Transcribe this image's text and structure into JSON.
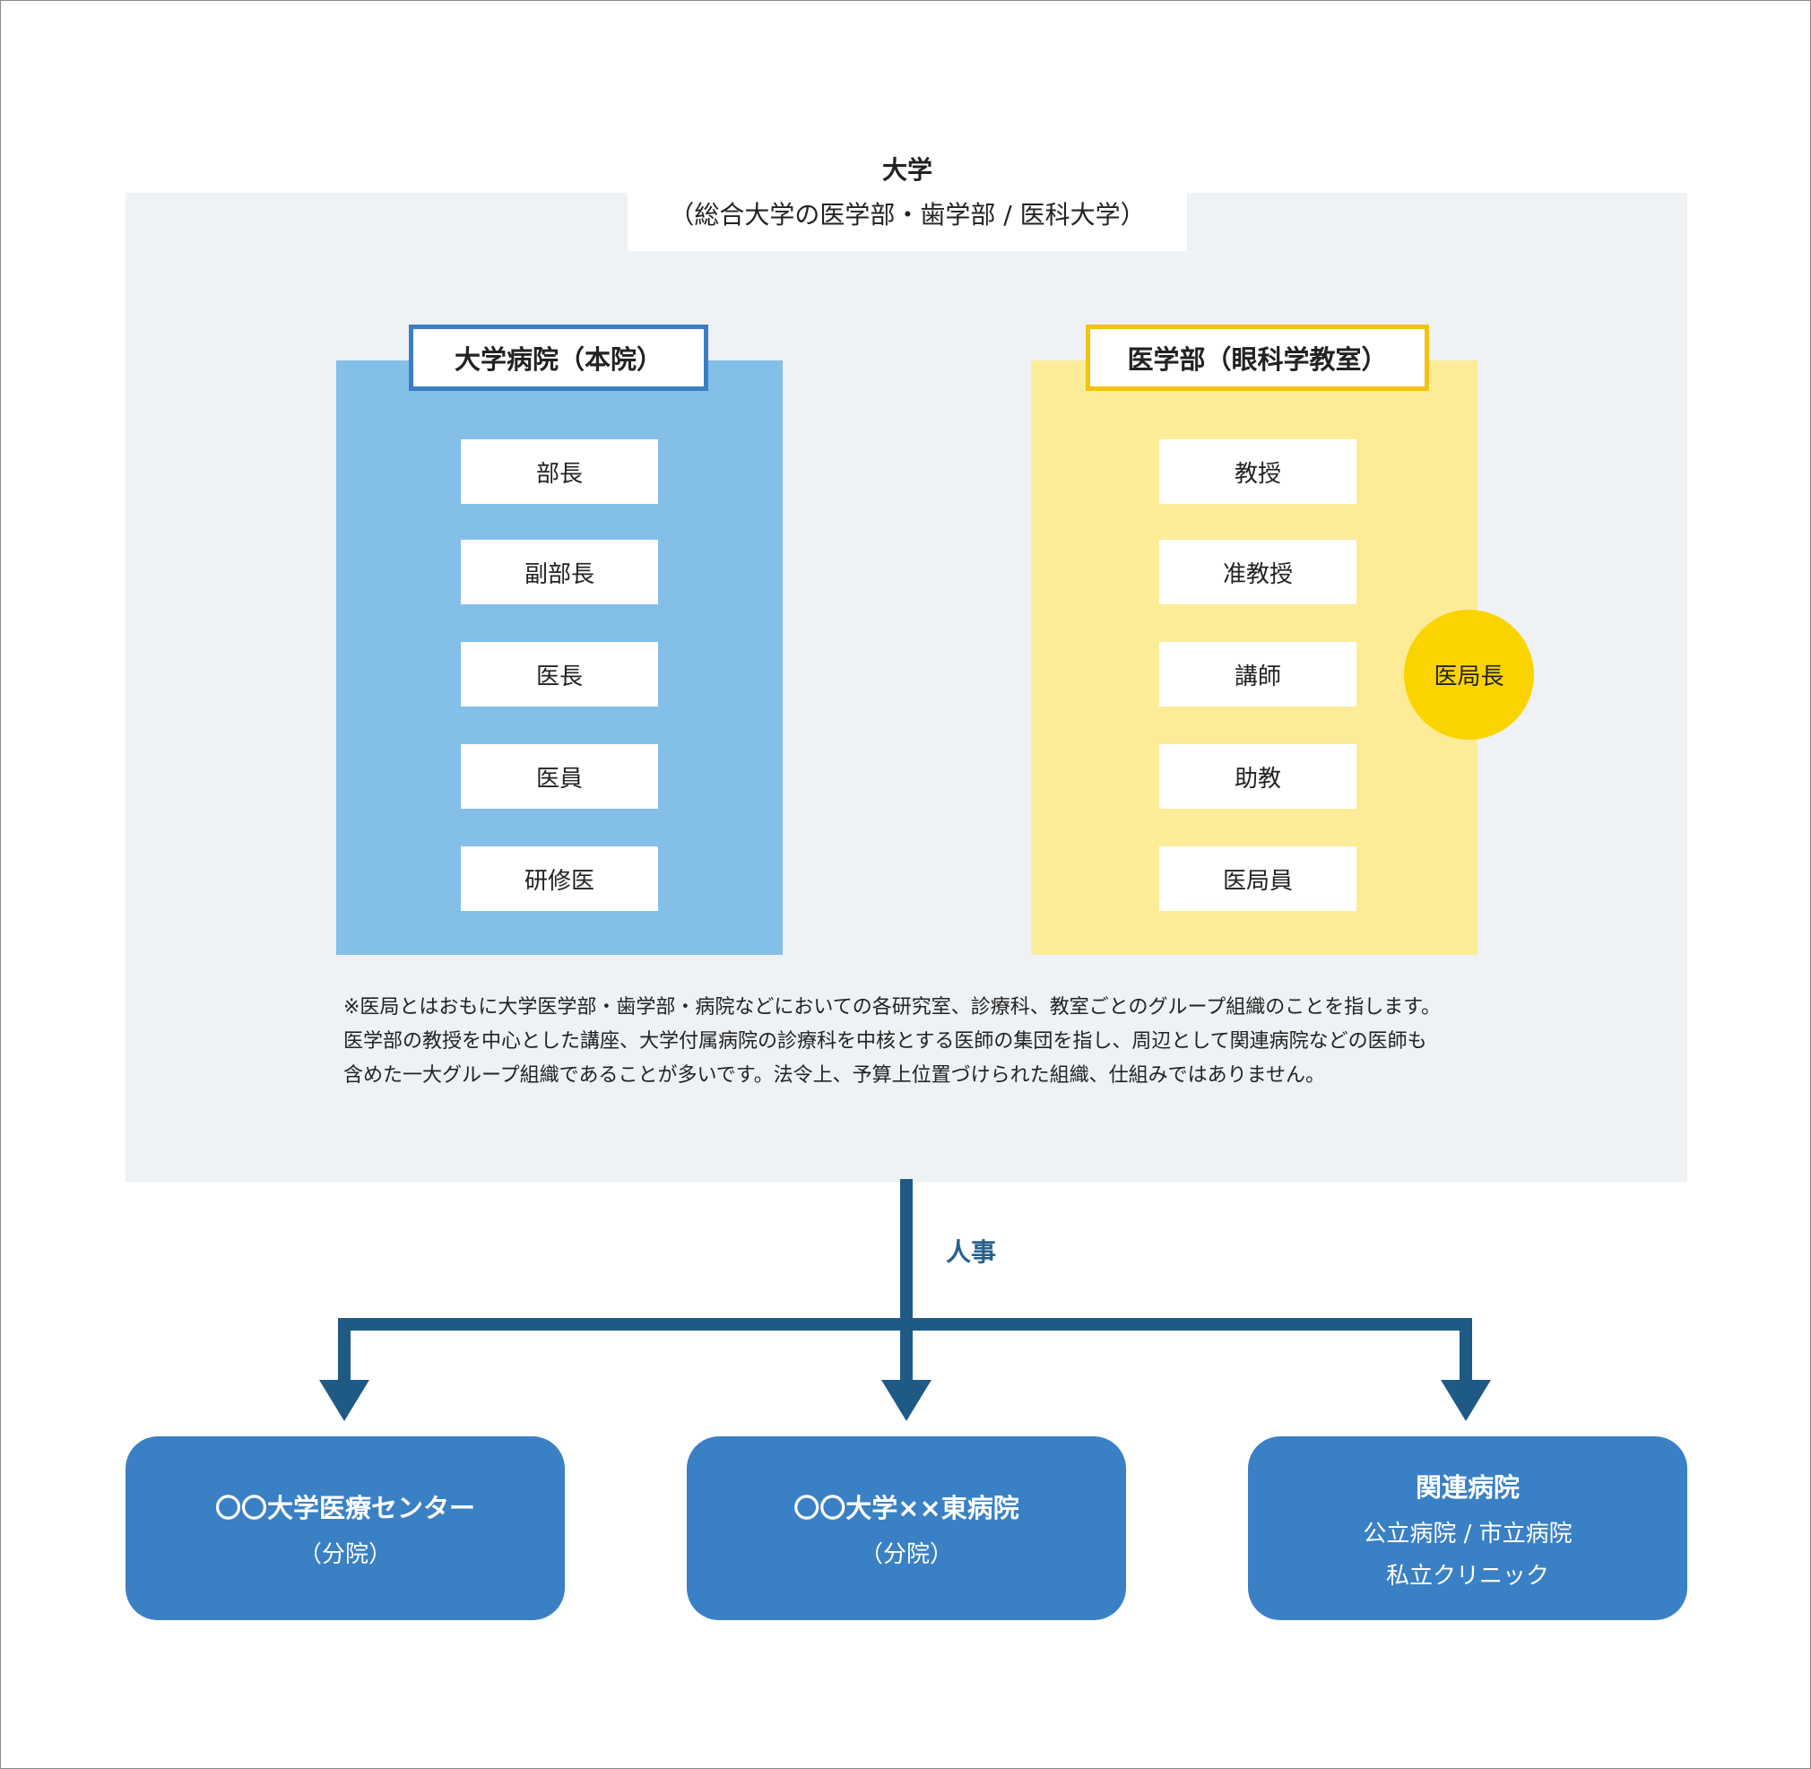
{
  "university": {
    "title": "大学",
    "subtitle": "（総合大学の医学部・歯学部 / 医科大学）"
  },
  "hospital": {
    "title": "大学病院（本院）",
    "roles": [
      "部長",
      "副部長",
      "医長",
      "医員",
      "研修医"
    ],
    "color": "#84bfe8",
    "border_color": "#3a7ec4"
  },
  "faculty": {
    "title": "医学部（眼科学教室）",
    "roles": [
      "教授",
      "准教授",
      "講師",
      "助教",
      "医局員"
    ],
    "badge": "医局長",
    "color": "#fcec97",
    "border_color": "#f5c112",
    "badge_color": "#fbd400"
  },
  "note": {
    "lines": [
      "※医局とはおもに大学医学部・歯学部・病院などにおいての各研究室、診療科、教室ごとのグループ組織のことを指します。",
      "医学部の教授を中心とした講座、大学付属病院の診療科を中核とする医師の集団を指し、周辺として関連病院などの医師も",
      "含めた一大グループ組織であることが多いです。法令上、予算上位置づけられた組織、仕組みではありません。"
    ]
  },
  "flow": {
    "label": "人事",
    "arrow_color": "#1f5a85"
  },
  "destinations": [
    {
      "main": "〇〇大学医療センター",
      "sub": "（分院）"
    },
    {
      "main": "〇〇大学××東病院",
      "sub": "（分院）"
    },
    {
      "main": "関連病院",
      "sub": "公立病院 / 市立病院",
      "sub2": "私立クリニック"
    }
  ]
}
